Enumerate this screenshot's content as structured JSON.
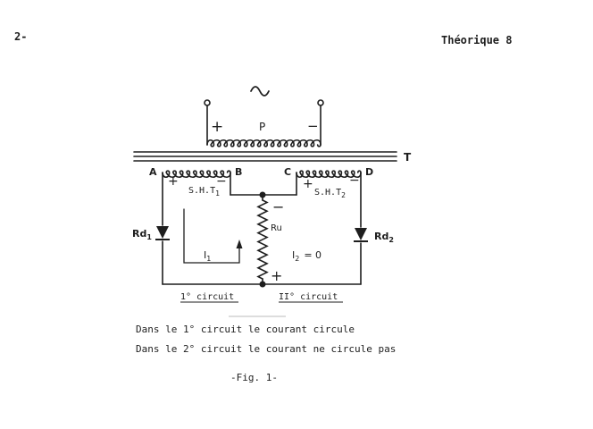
{
  "header": {
    "page_number": "2-",
    "section_title": "Théorique 8"
  },
  "diagram": {
    "primary": {
      "label": "P",
      "plus": "+",
      "minus": "−",
      "source_symbol": "∿"
    },
    "transformer_label": "T",
    "terminals": {
      "a": "A",
      "b": "B",
      "c": "C",
      "d": "D"
    },
    "secondary_1": {
      "label": "S.H.T",
      "subscript": "1",
      "plus": "+",
      "minus": "−"
    },
    "secondary_2": {
      "label": "S.H.T",
      "subscript": "2",
      "plus": "+",
      "minus": "−"
    },
    "diode_1": {
      "label": "Rd",
      "subscript": "1"
    },
    "diode_2": {
      "label": "Rd",
      "subscript": "2"
    },
    "load": {
      "label": "Ru",
      "minus": "−",
      "plus": "+"
    },
    "current_1": {
      "label": "I",
      "subscript": "1"
    },
    "current_2": {
      "label": "I",
      "subscript": "2",
      "value": "= 0"
    },
    "circuit_1_label": "1° circuit",
    "circuit_2_label": "II° circuit"
  },
  "caption": {
    "line1": "Dans le 1° circuit le courant circule",
    "line2": "Dans le 2° circuit le courant ne circule pas",
    "figure": "-Fig. 1-"
  }
}
